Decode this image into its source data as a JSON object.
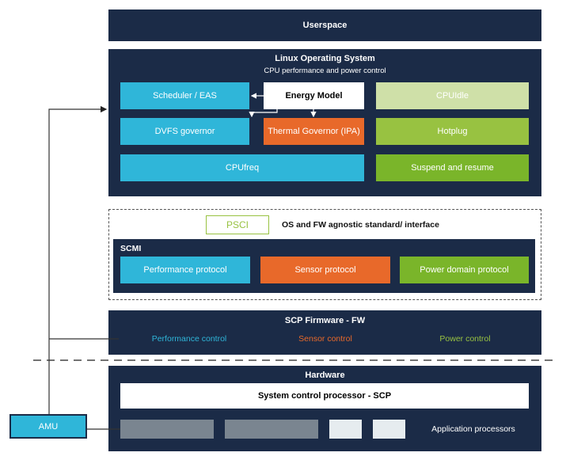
{
  "userspace": {
    "label": "Userspace"
  },
  "linux": {
    "title": "Linux Operating System",
    "subtitle": "CPU performance and power control",
    "boxes": {
      "scheduler": "Scheduler / EAS",
      "energy_model": "Energy Model",
      "cpuidle": "CPUIdle",
      "dvfs": "DVFS governor",
      "thermal": "Thermal Governor (IPA)",
      "hotplug": "Hotplug",
      "cpufreq": "CPUfreq",
      "suspend": "Suspend and resume"
    }
  },
  "interface": {
    "psci": "PSCI",
    "label": "OS and FW agnostic standard/ interface",
    "scmi": {
      "title": "SCMI",
      "performance": "Performance protocol",
      "sensor": "Sensor protocol",
      "power": "Power domain protocol"
    }
  },
  "scp_firmware": {
    "title": "SCP Firmware - FW",
    "performance": "Performance control",
    "sensor": "Sensor control",
    "power": "Power control"
  },
  "hardware": {
    "title": "Hardware",
    "scp": "System control processor - SCP",
    "app_processors": "Application processors"
  },
  "amu": {
    "label": "AMU"
  },
  "colors": {
    "navy": "#1b2b47",
    "cyan": "#2fb6d9",
    "orange": "#e8692a",
    "light_green": "#cfe0a8",
    "green": "#98c241",
    "dark_green": "#7ab52a"
  }
}
